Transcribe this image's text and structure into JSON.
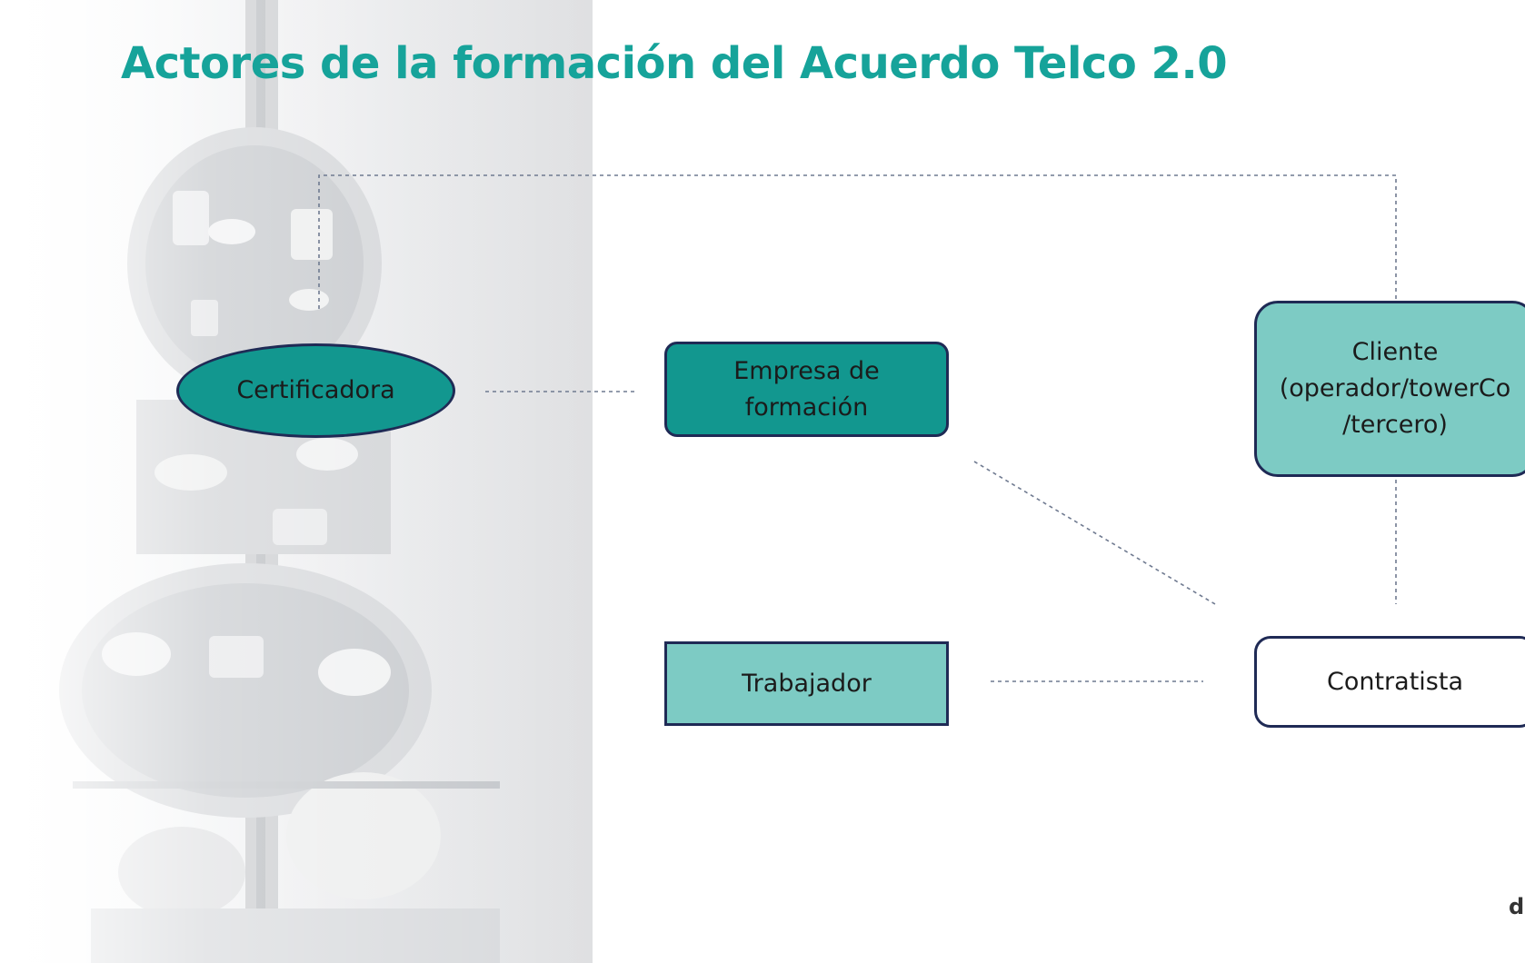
{
  "slide": {
    "title": "Actores de la formación del Acuerdo Telco 2.0",
    "title_color": "#16a39a",
    "background_image": "telecom-tower-photo"
  },
  "nodes": {
    "certificadora": {
      "label": "Certificadora",
      "shape": "ellipse",
      "fill": "#12978f"
    },
    "empresa": {
      "label_line1": "Empresa de",
      "label_line2": "formación",
      "shape": "rounded-rectangle",
      "fill": "#12978f"
    },
    "cliente": {
      "label_line1": "Cliente",
      "label_line2": "(operador/towerCo",
      "label_line3": "/tercero)",
      "shape": "rounded-rectangle",
      "fill": "#7dcbc4"
    },
    "trabajador": {
      "label": "Trabajador",
      "shape": "rectangle",
      "fill": "#7dcbc4"
    },
    "contratista": {
      "label": "Contratista",
      "shape": "rounded-rectangle",
      "fill": "#ffffff"
    }
  },
  "edges": [
    {
      "from": "certificadora",
      "to": "cliente",
      "style": "dashed"
    },
    {
      "from": "certificadora",
      "to": "empresa",
      "style": "dashed"
    },
    {
      "from": "empresa",
      "to": "contratista",
      "style": "dashed"
    },
    {
      "from": "cliente",
      "to": "contratista",
      "style": "dashed"
    },
    {
      "from": "trabajador",
      "to": "contratista",
      "style": "dashed"
    }
  ],
  "colors": {
    "node_border": "#1f2a55",
    "connector": "#6f7a90"
  },
  "logo": {
    "visible_text": "d"
  }
}
